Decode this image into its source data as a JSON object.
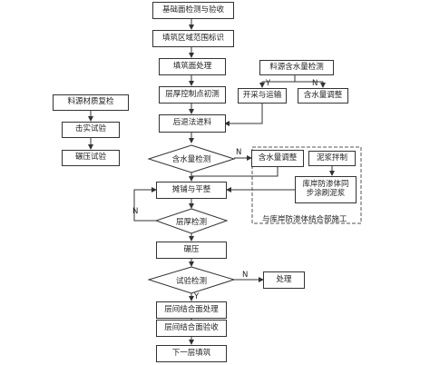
{
  "nodes": {
    "start": "基础面检测与验收",
    "area_marking": "填筑区域范围标识",
    "surface_treat": "填筑面处理",
    "layer_thickness_points": "层厚控制点初测",
    "backfill_material": "后退法进料",
    "moisture_check": "含水量检测",
    "moisture_adjust_main": "含水量调整",
    "spread_level": "摊铺与平整",
    "layer_check": "层厚检测",
    "compaction": "碾压",
    "test_check": "试验检测",
    "handling": "处理",
    "interlayer_treat": "层间结合面处理",
    "interlayer_accept": "层间结合面验收",
    "next_layer": "下一层填筑",
    "quarry_moisture_check": "料源含水量检测",
    "mining_transport": "开采与运输",
    "moisture_adjust_quarry": "含水量调整",
    "material_recheck": "料源材质复检",
    "field_test": "击实试验",
    "roller_test": "碾压试验",
    "mud_mix": "泥浆拌制",
    "pile_seepage": "库岸防渗体同步涂刷泥浆",
    "combined_construction": "与库岸防渗体结合部施工"
  },
  "edge_labels": {
    "y1": "Y",
    "n1": "N",
    "n2": "N",
    "n3": "N",
    "n4": "N",
    "y2": "Y"
  }
}
